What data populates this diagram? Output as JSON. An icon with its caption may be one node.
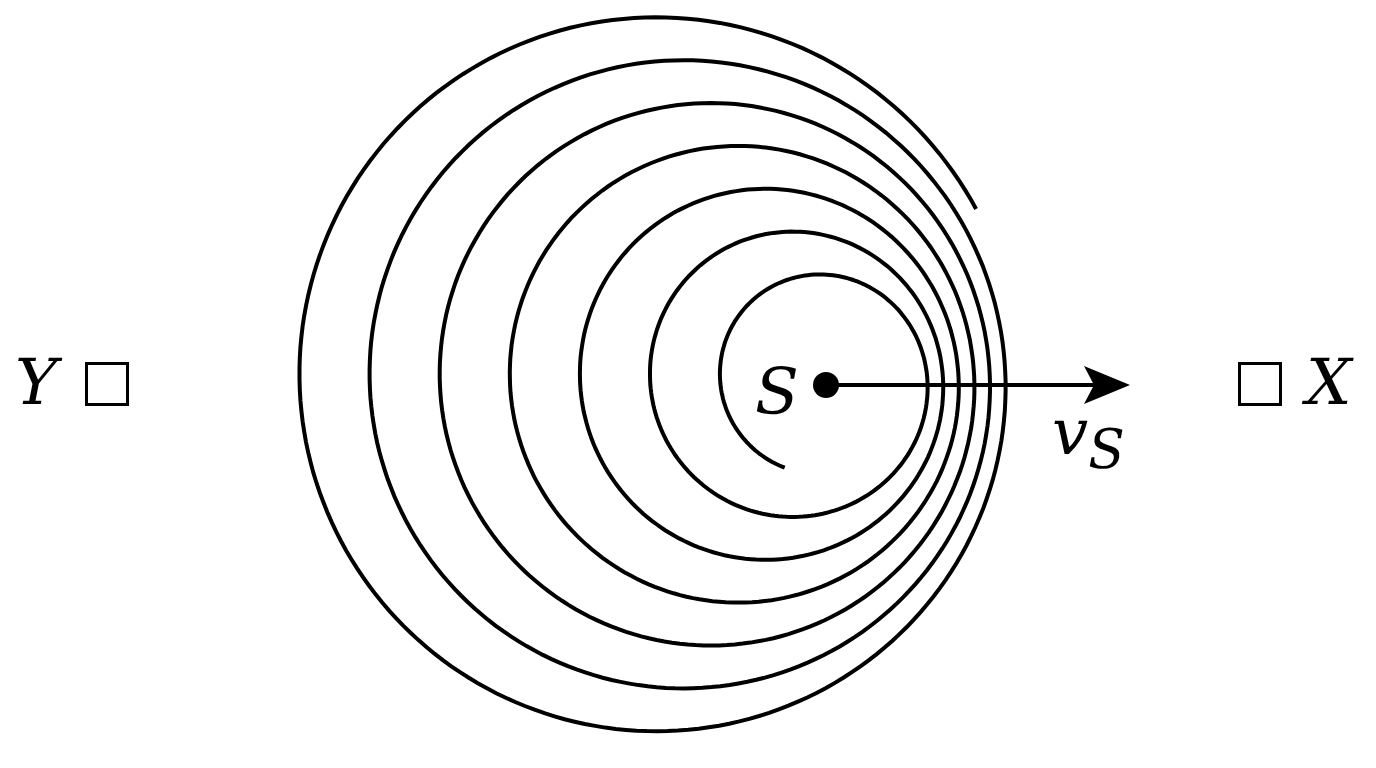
{
  "diagram": {
    "nodes": [
      {
        "text": [
          "Y"
        ]
      },
      {
        "text": [
          "S"
        ]
      },
      {
        "text": [
          "X"
        ]
      }
    ],
    "labels": [
      "v$_{S}$"
    ]
  }
}
